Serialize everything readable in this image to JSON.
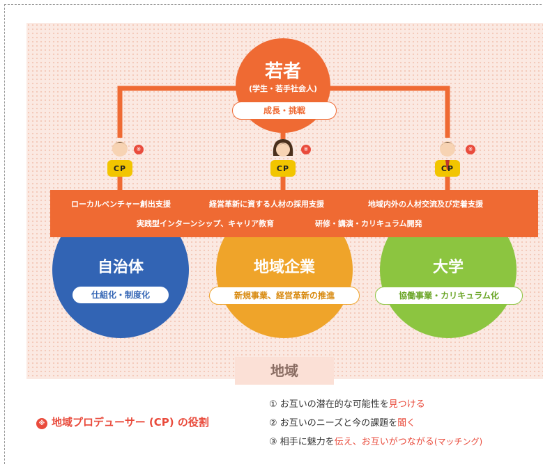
{
  "colors": {
    "orange": "#ef6a33",
    "blue": "#3264b4",
    "yellow": "#efa42a",
    "green": "#8cc540",
    "red": "#e94b3c",
    "youth_circle": "#ef6a33"
  },
  "youth": {
    "title": "若者",
    "subtitle": "(学生・若手社会人)",
    "pill": "成長・挑戦"
  },
  "cp": {
    "label": "CP",
    "mark": "※"
  },
  "band": {
    "row1": [
      "ローカルベンチャー創出支援",
      "経営革新に資する人材の採用支援",
      "地域内外の人材交流及び定着支援"
    ],
    "row2": [
      "実践型インターンシップ、キャリア教育",
      "研修・講演・カリキュラム開発"
    ]
  },
  "stakeholders": [
    {
      "title": "自治体",
      "pill": "仕組化・制度化"
    },
    {
      "title": "地域企業",
      "pill": "新規事業、経営革新の推進"
    },
    {
      "title": "大学",
      "pill": "協働事業・カリキュラム化"
    }
  ],
  "region_label": "地域",
  "legend": {
    "mark": "※",
    "text": "地域プロデューサー (CP) の役割"
  },
  "roles": [
    {
      "prefix": "① お互いの潜在的な可能性を",
      "highlight": "見つける",
      "suffix": ""
    },
    {
      "prefix": "② お互いのニーズと今の課題を",
      "highlight": "聞く",
      "suffix": ""
    },
    {
      "prefix": "③ 相手に魅力を",
      "highlight": "伝え、お互いがつながる",
      "suffix": "(マッチング)"
    }
  ]
}
